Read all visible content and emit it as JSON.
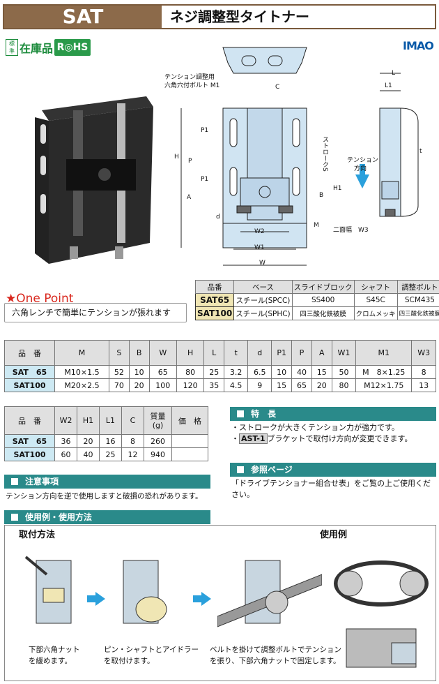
{
  "header": {
    "code": "SAT",
    "name": "ネジ調整型タイトナー"
  },
  "badges": {
    "std_top": "標",
    "std_bot": "準",
    "stock": "在庫品",
    "rohs": "R◎HS",
    "logo": "IMAO"
  },
  "diagram": {
    "m1_label1": "テンション調整用",
    "m1_label2": "六角穴付ボルト M1",
    "C": "C",
    "P1a": "P1",
    "P": "P",
    "P1b": "P1",
    "H": "H",
    "A": "A",
    "S": "ストロークS",
    "B": "B",
    "H1": "H1",
    "d": "d",
    "M": "M",
    "W2": "W2",
    "W1": "W1",
    "W": "W",
    "L": "L",
    "L1": "L1",
    "t": "t",
    "tension1": "テンション",
    "tension2": "方向",
    "W3": "二面幅　W3"
  },
  "onepoint": {
    "title": "★One Point",
    "text": "六角レンチで簡単にテンションが張れます"
  },
  "material_table": {
    "headers": [
      "品番",
      "ベース",
      "スライドブロック",
      "シャフト",
      "調整ボルト"
    ],
    "rows": [
      [
        "SAT65",
        "スチール(SPCC)",
        "SS400",
        "S45C",
        "SCM435"
      ],
      [
        "SAT100",
        "スチール(SPHC)",
        "四三酸化鉄被膜",
        "クロムメッキ",
        "四三酸化鉄被膜"
      ]
    ]
  },
  "spec_table": {
    "headers": [
      "品　番",
      "M",
      "S",
      "B",
      "W",
      "H",
      "L",
      "t",
      "d",
      "P1",
      "P",
      "A",
      "W1",
      "M1",
      "W3"
    ],
    "rows": [
      [
        "SAT　65",
        "M10×1.5",
        "52",
        "10",
        "65",
        "80",
        "25",
        "3.2",
        "6.5",
        "10",
        "40",
        "15",
        "50",
        "M　8×1.25",
        "8"
      ],
      [
        "SAT100",
        "M20×2.5",
        "70",
        "20",
        "100",
        "120",
        "35",
        "4.5",
        "9",
        "15",
        "65",
        "20",
        "80",
        "M12×1.75",
        "13"
      ]
    ]
  },
  "spec_table2": {
    "headers": [
      "品　番",
      "W2",
      "H1",
      "L1",
      "C",
      "質量(g)",
      "価　格"
    ],
    "rows": [
      [
        "SAT　65",
        "36",
        "20",
        "16",
        "8",
        "260",
        ""
      ],
      [
        "SAT100",
        "60",
        "40",
        "25",
        "12",
        "940",
        ""
      ]
    ]
  },
  "features": {
    "title": "特　長",
    "line1": "・ストロークが大きくテンション力が強力です。",
    "ast": "AST-1",
    "line2": "ブラケットで取付け方向が変更できます。"
  },
  "ref": {
    "title": "参照ページ",
    "text": "「ドライブテンショナー組合せ表」をご覧の上ご使用ください。"
  },
  "caution": {
    "title": "注意事項",
    "text": "テンション方向を逆で使用しますと破損の恐れがあります。"
  },
  "usage": {
    "title": "使用例・使用方法",
    "install": "取付方法",
    "example": "使用例",
    "step1a": "下部六角ナット",
    "step1b": "を緩めます。",
    "step2a": "ピン・シャフトとアイドラー",
    "step2b": "を取付けます。",
    "step3a": "ベルトを掛けて調整ボルトでテンション",
    "step3b": "を張り、下部六角ナットで固定します。"
  },
  "colors": {
    "header_brown": "#8c6a4a",
    "teal": "#2a8a8a",
    "accent_blue": "#2aa0dc",
    "onepoint_red": "#d9281e",
    "highlight": "#cde9f3",
    "rohs_green": "#2a9a4a"
  }
}
